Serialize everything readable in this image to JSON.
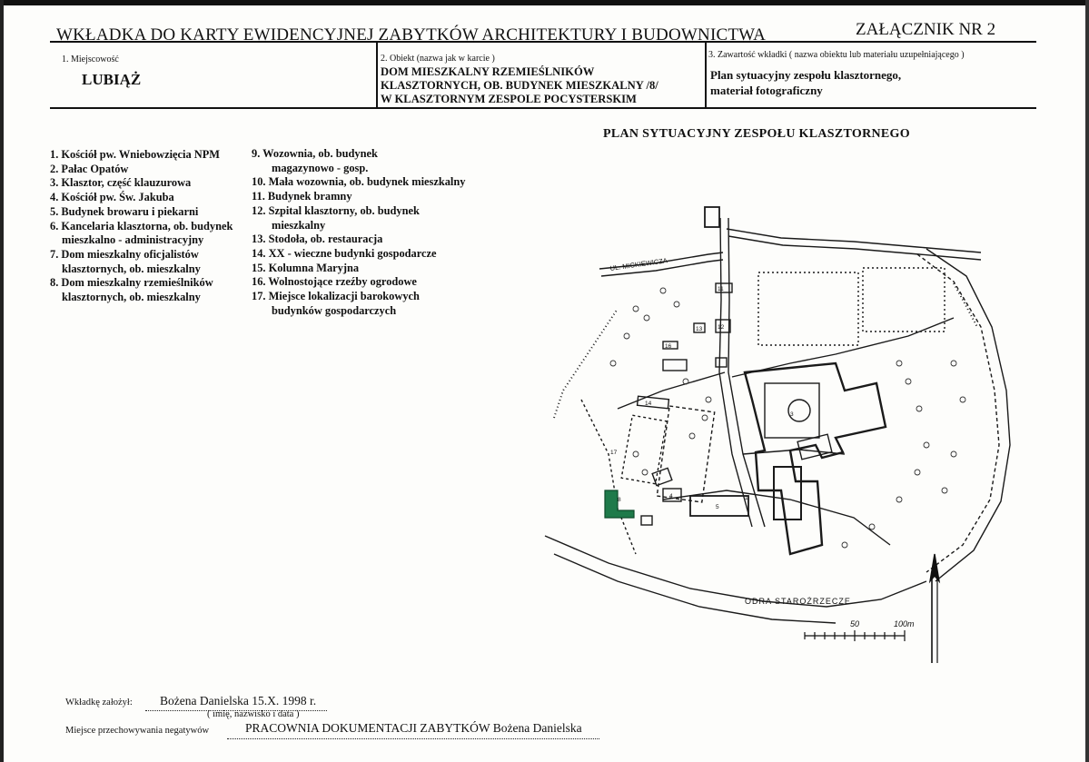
{
  "header": {
    "title": "WKŁADKA DO KARTY EWIDENCYJNEJ ZABYTKÓW ARCHITEKTURY I BUDOWNICTWA",
    "annex": "ZAŁĄCZNIK NR 2"
  },
  "fields": {
    "locality": {
      "label": "1. Miejscowość",
      "value": "LUBIĄŻ"
    },
    "object": {
      "label": "2. Obiekt (nazwa jak w karcie )",
      "lines": [
        "DOM MIESZKALNY RZEMIEŚLNIKÓW",
        "KLASZTORNYCH, OB. BUDYNEK MIESZKALNY /8/",
        "W KLASZTORNYM ZESPOLE POCYSTERSKIM"
      ]
    },
    "contents": {
      "label": "3. Zawartość wkładki ( nazwa obiektu lub materiału uzupełniającego )",
      "lines": [
        "Plan sytuacyjny zespołu klasztornego,",
        "materiał fotograficzny"
      ]
    }
  },
  "legend_left": [
    "1. Kościół pw. Wniebowzięcia NPM",
    "2. Pałac Opatów",
    "3. Klasztor, część klauzurowa",
    "4. Kościół pw. Św. Jakuba",
    "5. Budynek browaru i piekarni",
    "6. Kancelaria klasztorna, ob. budynek",
    "    mieszkalno - administracyjny",
    "7. Dom mieszkalny oficjalistów",
    "    klasztornych,  ob. mieszkalny",
    "8. Dom mieszkalny rzemieślników",
    "    klasztornych,  ob. mieszkalny"
  ],
  "legend_right": [
    "9. Wozownia, ob. budynek",
    "      magazynowo - gosp.",
    "10. Mała wozownia, ob. budynek mieszkalny",
    "11. Budynek bramny",
    "12. Szpital klasztorny, ob. budynek",
    "      mieszkalny",
    "13. Stodoła, ob. restauracja",
    "14. XX - wieczne budynki gospodarcze",
    "15. Kolumna Maryjna",
    "16. Wolnostojące rzeźby ogrodowe",
    "17. Miejsce lokalizacji barokowych",
    "      budynków  gospodarczych"
  ],
  "plan": {
    "title": "PLAN SYTUACYJNY ZESPOŁU KLASZTORNEGO",
    "street_north": "UL. MICKIEWICZA",
    "river": "ODRA  STAROŻRZECZE",
    "scale_labels": [
      "50",
      "100m"
    ],
    "highlight_color": "#1e7a4a",
    "number_labels": [
      "1",
      "3",
      "4",
      "5",
      "8",
      "11",
      "12",
      "13",
      "14",
      "16",
      "17"
    ]
  },
  "footer": {
    "made_by_label": "Wkładkę założył:",
    "made_by_value": "Bożena Danielska  15.X. 1998 r.",
    "made_by_hint": "( imię, nazwisko i data )",
    "storage_label": "Miejsce przechowywania negatywów",
    "storage_value": "PRACOWNIA DOKUMENTACJI ZABYTKÓW Bożena Danielska"
  }
}
